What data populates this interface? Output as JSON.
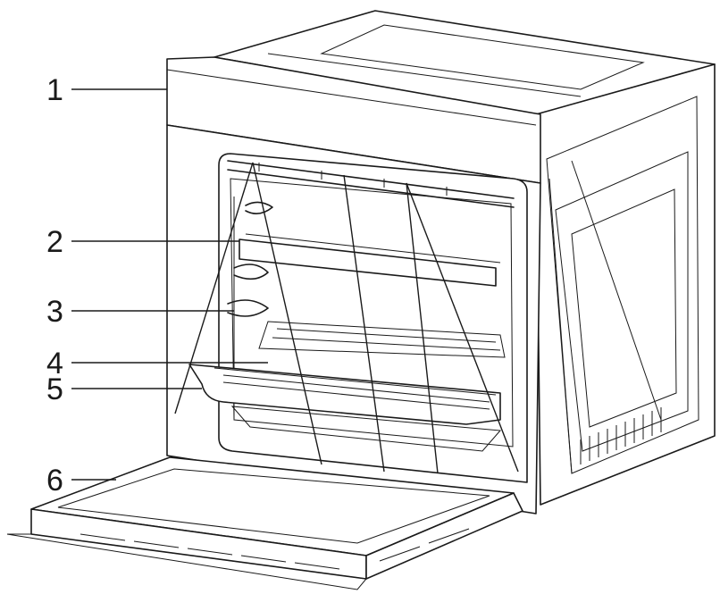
{
  "diagram": {
    "labels": [
      {
        "id": "1",
        "text": "1"
      },
      {
        "id": "2",
        "text": "2"
      },
      {
        "id": "3",
        "text": "3"
      },
      {
        "id": "4",
        "text": "4"
      },
      {
        "id": "5",
        "text": "5"
      },
      {
        "id": "6",
        "text": "6"
      }
    ]
  },
  "colors": {
    "line": "#1a1a1a",
    "background": "#ffffff"
  }
}
